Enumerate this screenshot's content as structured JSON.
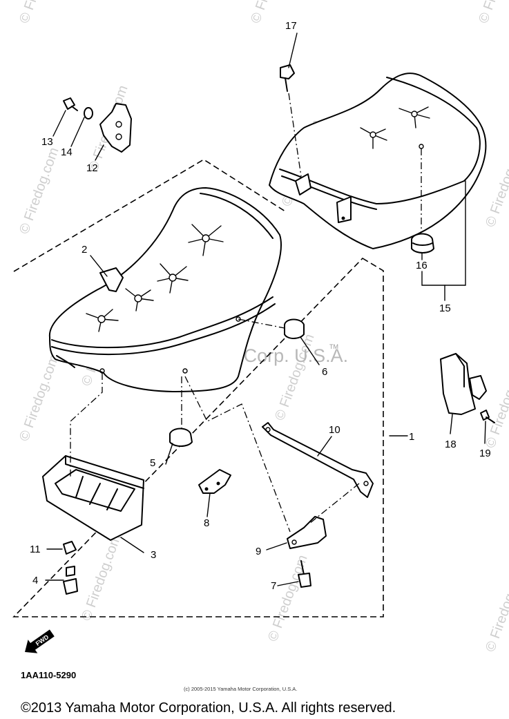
{
  "watermark": {
    "site": "© Firedog.com",
    "center_text": "Yamaha Motor Corp. U.S.A.",
    "trademark": "TM"
  },
  "callouts": {
    "p1": "1",
    "p2": "2",
    "p3": "3",
    "p4": "4",
    "p5": "5",
    "p6": "6",
    "p7": "7",
    "p8": "8",
    "p9": "9",
    "p10": "10",
    "p11": "11",
    "p12": "12",
    "p13": "13",
    "p14": "14",
    "p15": "15",
    "p16": "16",
    "p17": "17",
    "p18": "18",
    "p19": "19"
  },
  "direction_label": "FWD",
  "diagram_code": "1AA110-5290",
  "copyright_small": "(c) 2005-2015 Yamaha Motor Corporation, U.S.A.",
  "copyright_main": "©2013 Yamaha Motor Corporation, U.S.A. All rights reserved."
}
